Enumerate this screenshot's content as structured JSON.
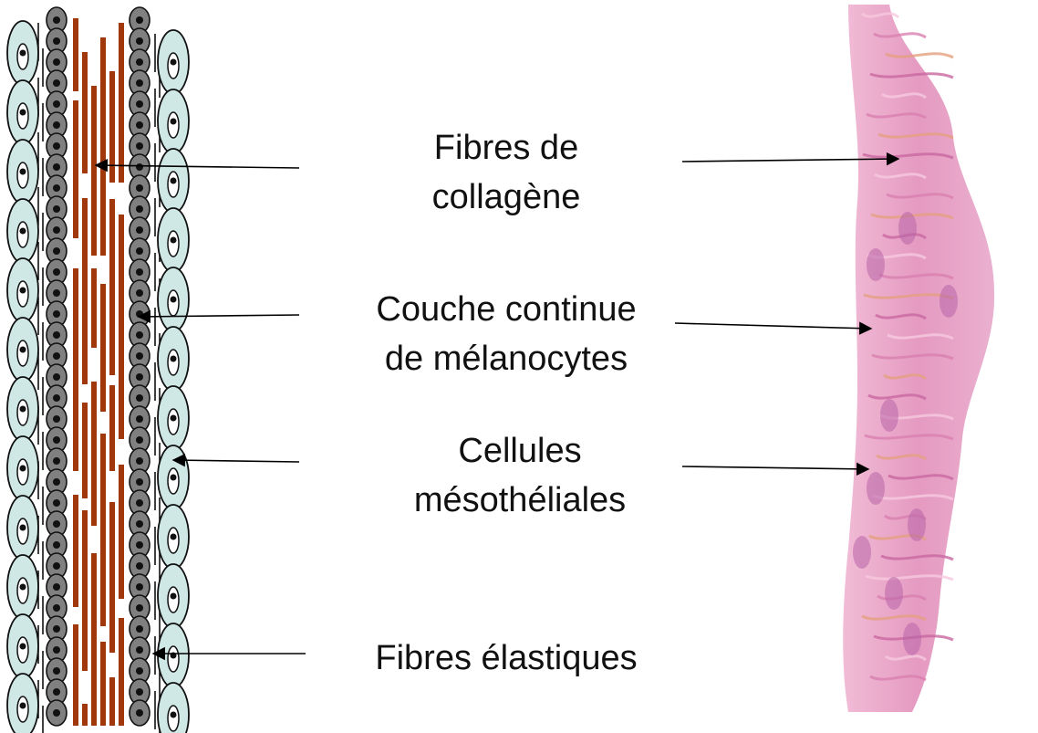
{
  "labels": [
    {
      "lines": [
        "Fibres de",
        "collagène"
      ]
    },
    {
      "lines": [
        "Couche continue",
        "de mélanocytes"
      ]
    },
    {
      "lines": [
        "Cellules",
        "mésothéliales"
      ]
    },
    {
      "lines": [
        "Fibres élastiques"
      ]
    }
  ],
  "colors": {
    "mesothelial_cell": "#cfe8e6",
    "melanocyte": "#808080",
    "collagen_fiber": "#a0380c",
    "nucleus": "#111111",
    "arrow": "#000000",
    "tissue_pink": "#e9a7c7",
    "tissue_brown": "#d9906e"
  }
}
